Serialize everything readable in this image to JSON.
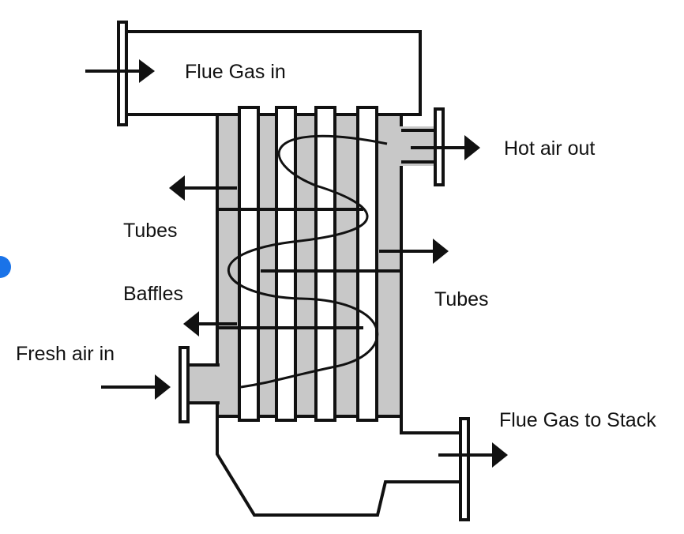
{
  "labels": {
    "flue_gas_in": "Flue Gas in",
    "hot_air_out": "Hot air out",
    "tubes_left": "Tubes",
    "baffles": "Baffles",
    "tubes_right": "Tubes",
    "fresh_air_in": "Fresh air in",
    "flue_gas_to_stack": "Flue Gas to Stack"
  },
  "colors": {
    "shell_fill": "#c8c8c8",
    "line": "#111111",
    "tube_fill": "#ffffff",
    "edge_dot": "#1a73e8"
  }
}
